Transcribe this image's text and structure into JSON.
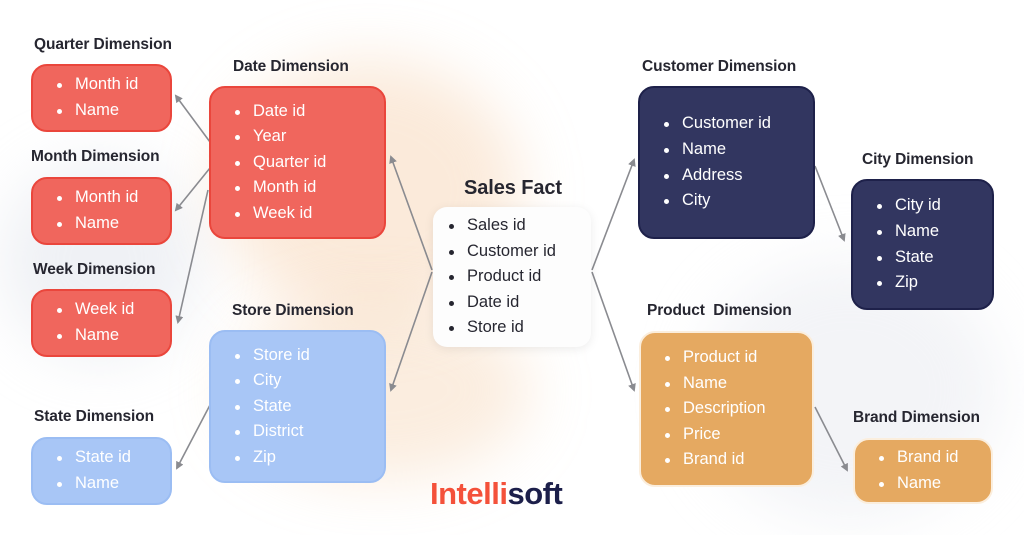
{
  "diagram": {
    "central": {
      "title": "Sales Fact",
      "fields": [
        "Sales id",
        "Customer id",
        "Product id",
        "Date id",
        "Store id"
      ]
    },
    "dimensions": {
      "quarter": {
        "title": "Quarter Dimension",
        "fields": [
          "Month id",
          "Name"
        ],
        "color": "#f0665d"
      },
      "month": {
        "title": "Month Dimension",
        "fields": [
          "Month id",
          "Name"
        ],
        "color": "#f0665d"
      },
      "week": {
        "title": "Week Dimension",
        "fields": [
          "Week id",
          "Name"
        ],
        "color": "#f0665d"
      },
      "date": {
        "title": "Date Dimension",
        "fields": [
          "Date id",
          "Year",
          "Quarter id",
          "Month id",
          "Week id"
        ],
        "color": "#f0665d"
      },
      "store": {
        "title": "Store Dimension",
        "fields": [
          "Store id",
          "City",
          "State",
          "District",
          "Zip"
        ],
        "color": "#a8c6f6"
      },
      "state": {
        "title": "State Dimension",
        "fields": [
          "State id",
          "Name"
        ],
        "color": "#a8c6f6"
      },
      "customer": {
        "title": "Customer Dimension",
        "fields": [
          "Customer id",
          "Name",
          "Address",
          "City"
        ],
        "color": "#323660"
      },
      "city": {
        "title": "City Dimension",
        "fields": [
          "City id",
          "Name",
          "State",
          "Zip"
        ],
        "color": "#323660"
      },
      "product": {
        "title": "Product  Dimension",
        "fields": [
          "Product id",
          "Name",
          "Description",
          "Price",
          "Brand id"
        ],
        "color": "#e5a961"
      },
      "brand": {
        "title": "Brand Dimension",
        "fields": [
          "Brand id",
          "Name"
        ],
        "color": "#e5a961"
      }
    },
    "connections": [
      {
        "from": "Sales Fact",
        "to": "Date Dimension"
      },
      {
        "from": "Sales Fact",
        "to": "Store Dimension"
      },
      {
        "from": "Sales Fact",
        "to": "Customer Dimension"
      },
      {
        "from": "Sales Fact",
        "to": "Product  Dimension"
      },
      {
        "from": "Date Dimension",
        "to": "Quarter Dimension"
      },
      {
        "from": "Date Dimension",
        "to": "Month Dimension"
      },
      {
        "from": "Date Dimension",
        "to": "Week Dimension"
      },
      {
        "from": "Store Dimension",
        "to": "State Dimension"
      },
      {
        "from": "Customer Dimension",
        "to": "City Dimension"
      },
      {
        "from": "Product  Dimension",
        "to": "Brand Dimension"
      }
    ]
  },
  "logo": {
    "part1": "Intelli",
    "part2": "soft",
    "color1": "#f4513a",
    "color2": "#1c1f4a"
  }
}
